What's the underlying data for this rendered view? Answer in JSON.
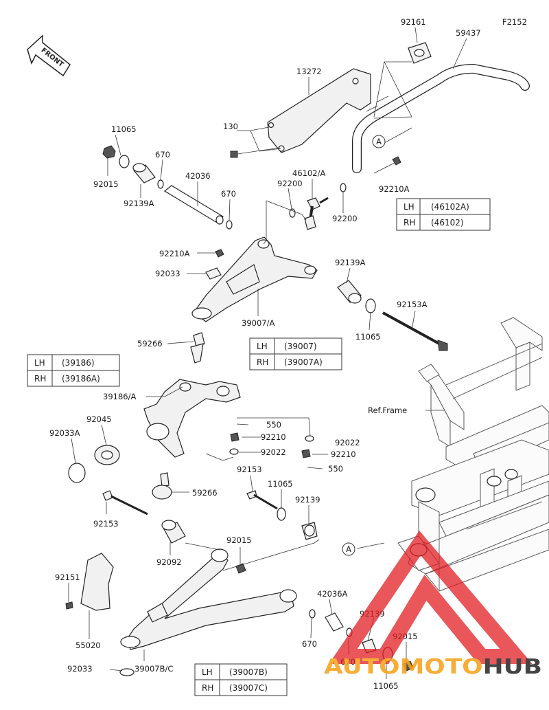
{
  "figure_code": "F2152",
  "front_arrow": {
    "label": "FRONT"
  },
  "ref_frame": "Ref.Frame",
  "callout_a": "A",
  "parts": {
    "p92161": "92161",
    "p59437": "59437",
    "p13272": "13272",
    "p130": "130",
    "p11065_top": "11065",
    "p92015_top": "92015",
    "p670_a": "670",
    "p92139a_top": "92139A",
    "p42036": "42036",
    "p670_b": "670",
    "p46102a": "46102/A",
    "p92200_a": "92200",
    "p92200_b": "92200",
    "p92210a_right": "92210A",
    "p92210a_left": "92210A",
    "p92033": "92033",
    "p92139a_mid": "92139A",
    "p39007a": "39007/A",
    "p92153a": "92153A",
    "p11065_mid": "11065",
    "p59266_top": "59266",
    "p39186a": "39186/A",
    "p92045": "92045",
    "p92033a": "92033A",
    "p550_a": "550",
    "p92210_a": "92210",
    "p92022_a": "92022",
    "p92022_b": "92022",
    "p92210_b": "92210",
    "p550_b": "550",
    "p92153_a": "92153",
    "p11065_low": "11065",
    "p92139": "92139",
    "p59266_low": "59266",
    "p92153_b": "92153",
    "p92015_mid": "92015",
    "p92092": "92092",
    "p92151": "92151",
    "p55020": "55020",
    "p42036a": "42036A",
    "p670_c": "670",
    "p92139_low": "92139",
    "p670_d": "670",
    "p92015_low": "92015",
    "p92033_low": "92033",
    "p39007bc": "39007B/C",
    "p11065_bot": "11065"
  },
  "tables": {
    "stabilizer_link": [
      [
        "LH",
        "(46102A)"
      ],
      [
        "RH",
        "(46102)"
      ]
    ],
    "upper_arm": [
      [
        "LH",
        "(39007)"
      ],
      [
        "RH",
        "(39007A)"
      ]
    ],
    "knuckle": [
      [
        "LH",
        "(39186)"
      ],
      [
        "RH",
        "(39186A)"
      ]
    ],
    "lower_arm": [
      [
        "LH",
        "(39007B)"
      ],
      [
        "RH",
        "(39007C)"
      ]
    ]
  },
  "watermark": {
    "part1": "AUTOMOTO",
    "part2": "HUB",
    "color1": "#f7a21b",
    "color2": "#2b2b2b",
    "logo_color": "#e31e24"
  }
}
